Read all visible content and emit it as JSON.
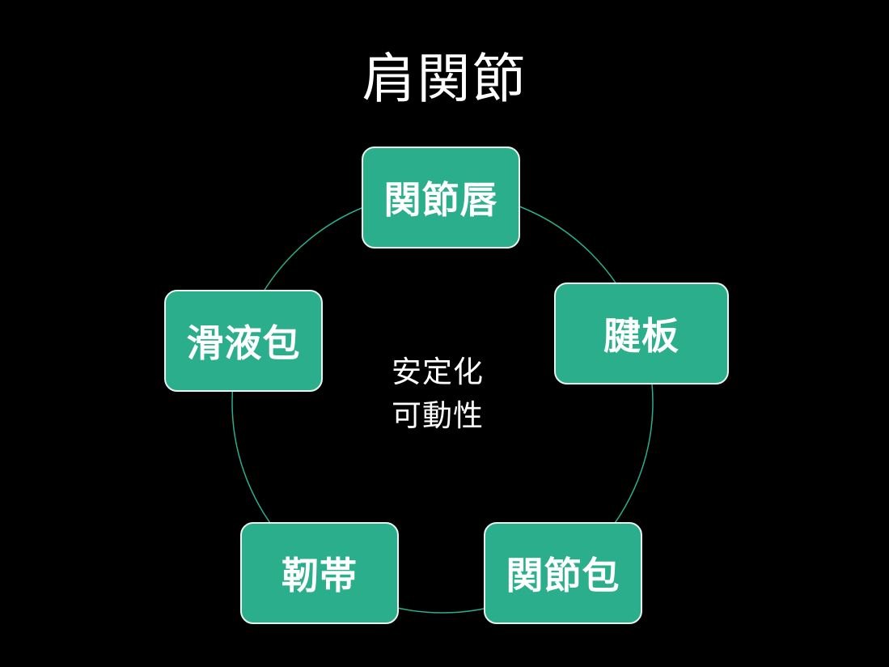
{
  "title": "肩関節",
  "center": {
    "line1": "安定化",
    "line2": "可動性"
  },
  "nodes": {
    "top": "関節唇",
    "right": "腱板",
    "bottom_right": "関節包",
    "bottom_left": "靭帯",
    "left": "滑液包"
  },
  "colors": {
    "background": "#000000",
    "node_fill": "#2aae8b",
    "node_border": "#e9f4f0",
    "ring_stroke": "#2aae8b",
    "text": "#ffffff"
  }
}
